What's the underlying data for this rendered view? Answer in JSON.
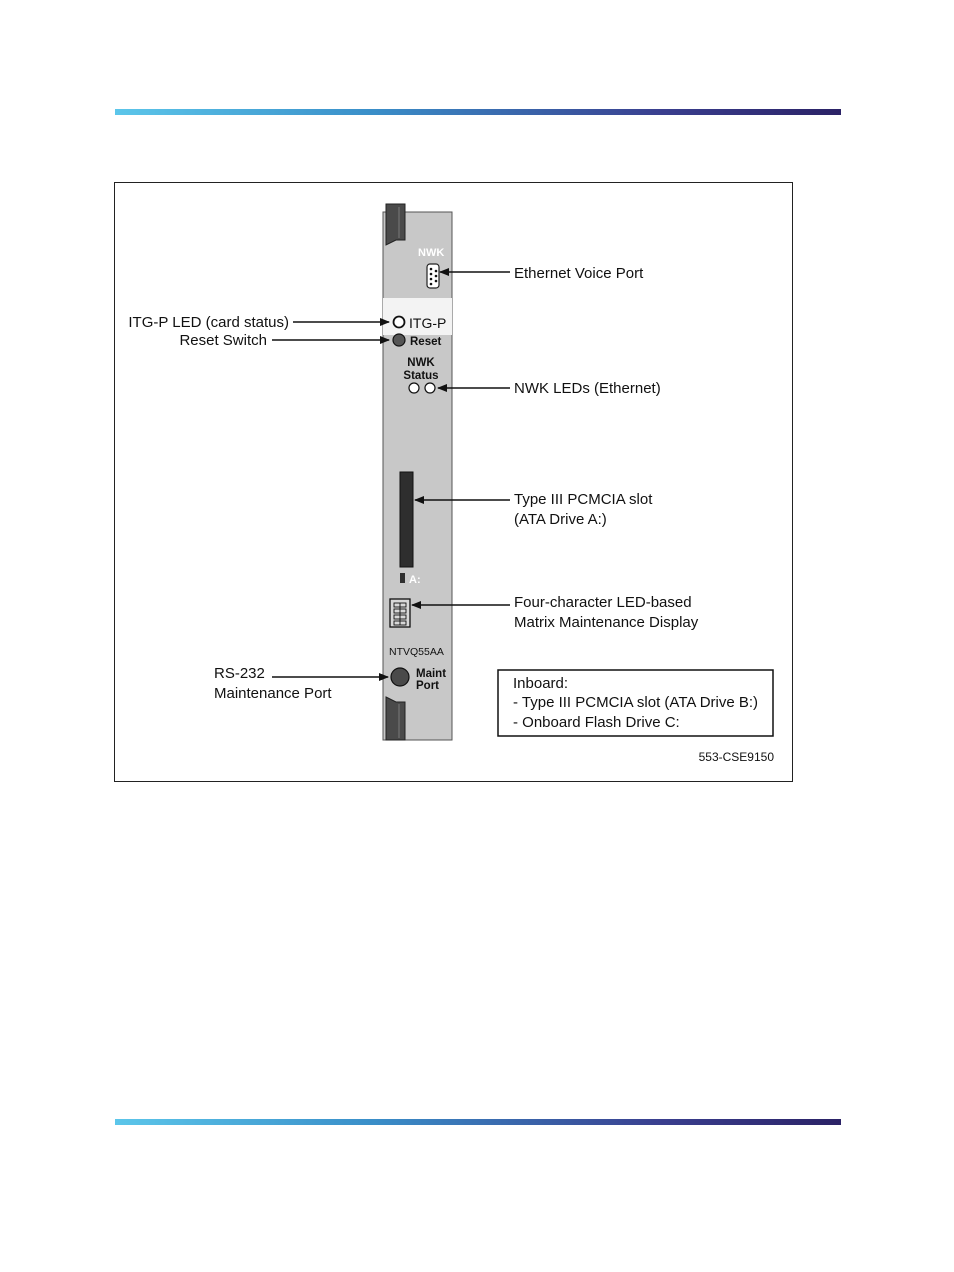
{
  "figure": {
    "card": {
      "nwk_top_label": "NWK",
      "itg_p_label": "ITG-P",
      "reset_label": "Reset",
      "nwk_status_line1": "NWK",
      "nwk_status_line2": "Status",
      "drive_a_label": "A:",
      "model_label": "NTVQ55AA",
      "maint_port_line1": "Maint",
      "maint_port_line2": "Port"
    },
    "callouts": {
      "ethernet_voice_port": "Ethernet Voice Port",
      "itg_p_led": "ITG-P LED (card status)",
      "reset_switch": "Reset Switch",
      "nwk_leds": "NWK LEDs (Ethernet)",
      "pcmcia_line1": "Type III PCMCIA slot",
      "pcmcia_line2": "(ATA Drive A:)",
      "display_line1": "Four-character LED-based",
      "display_line2": "Matrix Maintenance Display",
      "rs232_line1": "RS-232",
      "rs232_line2": "Maintenance Port"
    },
    "inboard_box": {
      "title": "Inboard:",
      "line1": "- Type III PCMCIA slot (ATA Drive B:)",
      "line2": "- Onboard Flash Drive C:"
    },
    "figure_id": "553-CSE9150"
  },
  "colors": {
    "card_face": "#c8c8c8",
    "latch": "#4a4a4a",
    "rule_start": "#5cc6ea",
    "rule_end": "#2b2266"
  }
}
